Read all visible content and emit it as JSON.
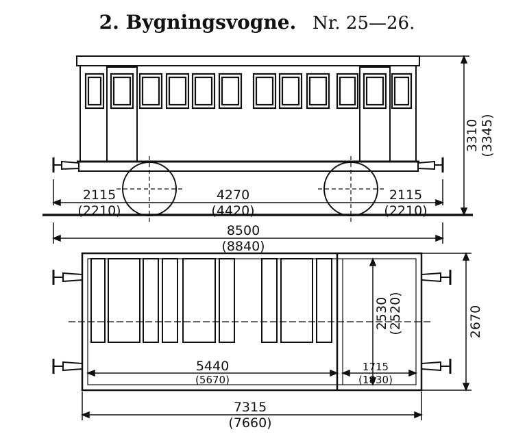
{
  "title": {
    "number": "2.",
    "name": "Bygningsvogne.",
    "sub": "Nr. 25—26."
  },
  "dimensions": {
    "height": "3310",
    "height_alt": "(3345)",
    "end_left": "2115",
    "end_left_alt": "(2210)",
    "wheelbase": "4270",
    "wheelbase_alt": "(4420)",
    "end_right": "2115",
    "end_right_alt": "(2210)",
    "total_length": "8500",
    "total_length_alt": "(8840)",
    "inner_width": "2530",
    "inner_width_alt": "(2520)",
    "outer_width": "2670",
    "compartment_main": "5440",
    "compartment_main_alt": "(5670)",
    "compartment_small": "1715",
    "compartment_small_alt": "(1830)",
    "body_length": "7315",
    "body_length_alt": "(7660)"
  }
}
